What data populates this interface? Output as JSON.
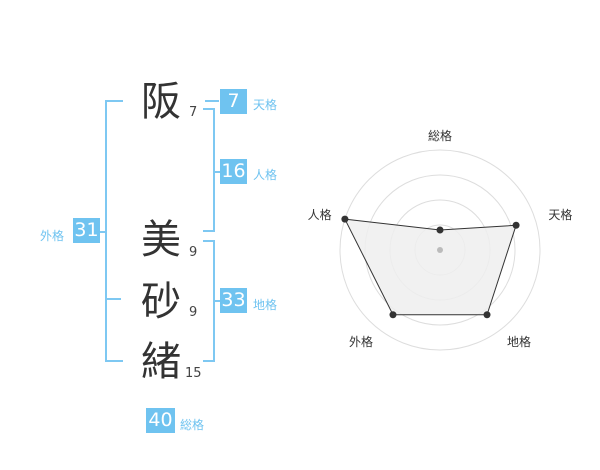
{
  "name": {
    "chars": [
      {
        "char": "阪",
        "strokes": "7"
      },
      {
        "char": "美",
        "strokes": "9"
      },
      {
        "char": "砂",
        "strokes": "9"
      },
      {
        "char": "緒",
        "strokes": "15"
      }
    ]
  },
  "fortune": {
    "tenkaku": {
      "value": "7",
      "label": "天格"
    },
    "jinkaku": {
      "value": "16",
      "label": "人格"
    },
    "chikaku": {
      "value": "33",
      "label": "地格"
    },
    "gaikaku": {
      "value": "31",
      "label": "外格"
    },
    "soukaku": {
      "value": "40",
      "label": "総格"
    }
  },
  "radar": {
    "axes": [
      "総格",
      "天格",
      "地格",
      "外格",
      "人格"
    ],
    "levels": 4,
    "values": [
      1,
      4,
      4,
      4,
      5
    ],
    "max": 5,
    "colors": {
      "fill": "#efefef",
      "line": "#333333",
      "grid": "#dddddd",
      "point": "#333333",
      "center": "#bbbbbb"
    }
  },
  "colors": {
    "accent": "#6fc3f0"
  }
}
